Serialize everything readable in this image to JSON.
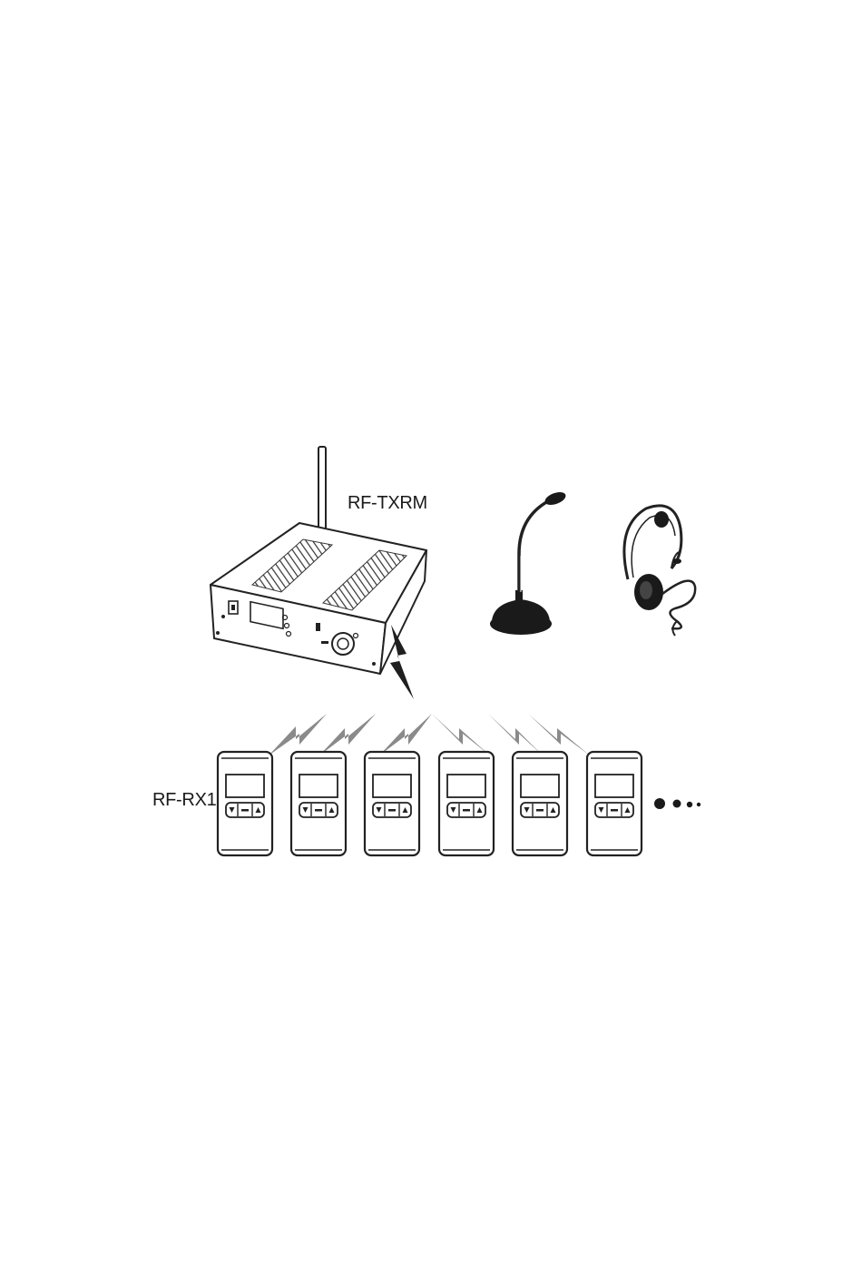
{
  "labels": {
    "transmitter": "RF-TXRM",
    "receiver": "RF-RX1"
  },
  "receivers": {
    "count_drawn": 6,
    "continuation": "more-dots"
  },
  "colors": {
    "line": "#1f1f1f",
    "signal": "#8a8a8a",
    "mic_base": "#1a1a1a"
  }
}
